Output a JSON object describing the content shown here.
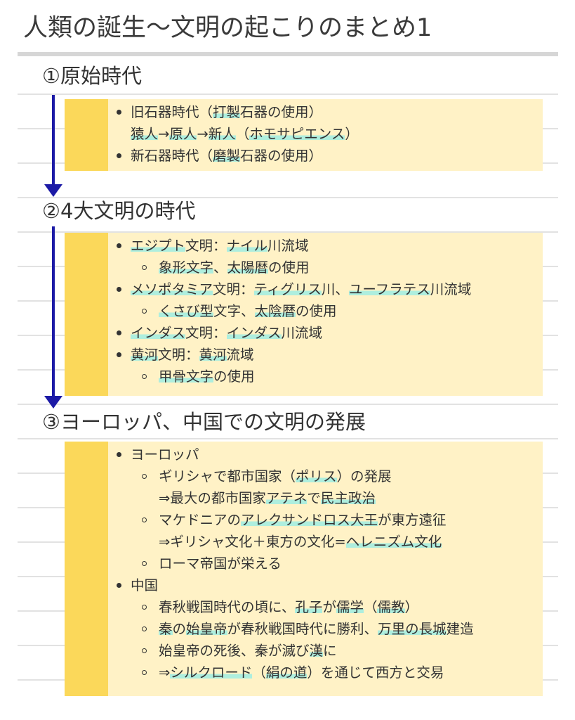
{
  "title": "人類の誕生～文明の起こりのまとめ1",
  "sections": [
    {
      "heading": "①原始時代",
      "items": [
        {
          "parts": [
            {
              "t": "旧石器時代（"
            },
            {
              "t": "打製",
              "h": true
            },
            {
              "t": "石器の使用）"
            }
          ]
        },
        {
          "parts": [
            {
              "t": "猿人",
              "h": true
            },
            {
              "t": "→"
            },
            {
              "t": "原人",
              "h": true
            },
            {
              "t": "→"
            },
            {
              "t": "新人",
              "h": true
            },
            {
              "t": "（"
            },
            {
              "t": "ホモサピエンス",
              "h": true
            },
            {
              "t": "）"
            }
          ]
        },
        {
          "parts": [
            {
              "t": "新石器時代（"
            },
            {
              "t": "磨製",
              "h": true
            },
            {
              "t": "石器の使用）"
            }
          ]
        }
      ]
    },
    {
      "heading": "②4大文明の時代",
      "items": [
        {
          "parts": [
            {
              "t": "エジプト",
              "h": true
            },
            {
              "t": "文明："
            },
            {
              "t": "ナイル",
              "h": true
            },
            {
              "t": "川流域"
            }
          ]
        },
        {
          "parts": [
            {
              "t": "象形文字",
              "h": true
            },
            {
              "t": "、"
            },
            {
              "t": "太陽暦",
              "h": true
            },
            {
              "t": "の使用"
            }
          ]
        },
        {
          "parts": [
            {
              "t": "メソポタミア",
              "h": true
            },
            {
              "t": "文明："
            },
            {
              "t": "ティグリス",
              "h": true
            },
            {
              "t": "川、"
            },
            {
              "t": "ユーフラテス",
              "h": true
            },
            {
              "t": "川流域"
            }
          ]
        },
        {
          "parts": [
            {
              "t": "くさび型",
              "h": true
            },
            {
              "t": "文字、"
            },
            {
              "t": "太陰暦",
              "h": true
            },
            {
              "t": "の使用"
            }
          ]
        },
        {
          "parts": [
            {
              "t": "インダス",
              "h": true
            },
            {
              "t": "文明："
            },
            {
              "t": "インダス",
              "h": true
            },
            {
              "t": "川流域"
            }
          ]
        },
        {
          "parts": [
            {
              "t": "黄河",
              "h": true
            },
            {
              "t": "文明："
            },
            {
              "t": "黄河",
              "h": true
            },
            {
              "t": "流域"
            }
          ]
        },
        {
          "parts": [
            {
              "t": "甲骨文字",
              "h": true
            },
            {
              "t": "の使用"
            }
          ]
        }
      ]
    },
    {
      "heading": "③ヨーロッパ、中国での文明の発展",
      "items": [
        {
          "parts": [
            {
              "t": "ヨーロッパ"
            }
          ]
        },
        {
          "parts": [
            {
              "t": "ギリシャで都市国家（"
            },
            {
              "t": "ポリス",
              "h": true
            },
            {
              "t": "）の発展"
            }
          ]
        },
        {
          "parts": [
            {
              "t": "⇒最大の都市国家"
            },
            {
              "t": "アテネ",
              "h": true
            },
            {
              "t": "で"
            },
            {
              "t": "民主政治",
              "h": true
            }
          ]
        },
        {
          "parts": [
            {
              "t": "マケドニアの"
            },
            {
              "t": "アレクサンドロス大王",
              "h": true
            },
            {
              "t": "が東方遠征"
            }
          ]
        },
        {
          "parts": [
            {
              "t": "⇒ギリシャ文化＋東方の文化="
            },
            {
              "t": "ヘレニズム文化",
              "h": true
            }
          ]
        },
        {
          "parts": [
            {
              "t": "ローマ帝国が栄える"
            }
          ]
        },
        {
          "parts": [
            {
              "t": "中国"
            }
          ]
        },
        {
          "parts": [
            {
              "t": "春秋戦国時代の頃に、"
            },
            {
              "t": "孔子",
              "h": true
            },
            {
              "t": "が"
            },
            {
              "t": "儒学",
              "h": true
            },
            {
              "t": "（"
            },
            {
              "t": "儒教",
              "h": true
            },
            {
              "t": "）"
            }
          ]
        },
        {
          "parts": [
            {
              "t": "秦",
              "h": true
            },
            {
              "t": "の"
            },
            {
              "t": "始皇帝",
              "h": true
            },
            {
              "t": "が春秋戦国時代に勝利、"
            },
            {
              "t": "万里の長城",
              "h": true
            },
            {
              "t": "建造"
            }
          ]
        },
        {
          "parts": [
            {
              "t": "始皇帝の死後、秦が滅び"
            },
            {
              "t": "漢",
              "h": true
            },
            {
              "t": "に"
            }
          ]
        },
        {
          "parts": [
            {
              "t": "⇒"
            },
            {
              "t": "シルクロード",
              "h": true
            },
            {
              "t": "（"
            },
            {
              "t": "絹の道",
              "h": true
            },
            {
              "t": "）を通じて西方と交易"
            }
          ]
        }
      ]
    }
  ],
  "colors": {
    "highlight": "#aeeede",
    "box_background": "#fff2c6",
    "box_bar": "#fbd85a",
    "arrow": "#1c1aa6"
  }
}
